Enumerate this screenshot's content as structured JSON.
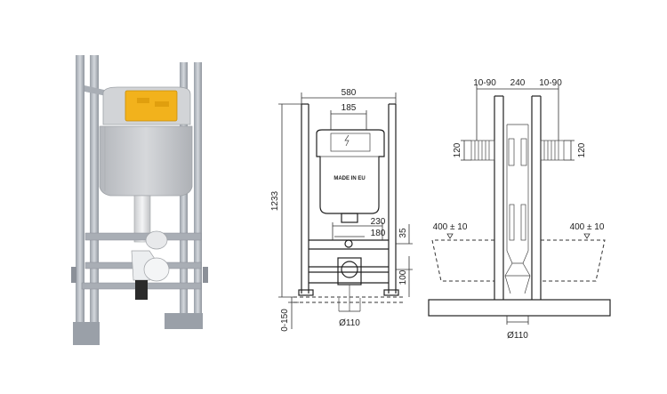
{
  "front_view": {
    "width": "580",
    "flush_width": "185",
    "height": "1233",
    "embossed_text": "MADE IN EU",
    "outlet_width": "230",
    "inlet_width": "180",
    "inlet_offset": "35",
    "outlet_height": "100",
    "depth_range": "0-150",
    "pipe_diameter": "Ø110"
  },
  "side_view": {
    "left_gap": "10-90",
    "frame_width": "240",
    "right_gap": "10-90",
    "bracket_left": "120",
    "bracket_right": "120",
    "bowl_left": "400 ± 10",
    "bowl_right": "400 ± 10",
    "pipe_diameter": "Ø110"
  },
  "colors": {
    "frame": "#b9bec6",
    "cistern": "#c9cbcf",
    "flush_plate": "#f2b21c",
    "drawing_line": "#222222"
  }
}
